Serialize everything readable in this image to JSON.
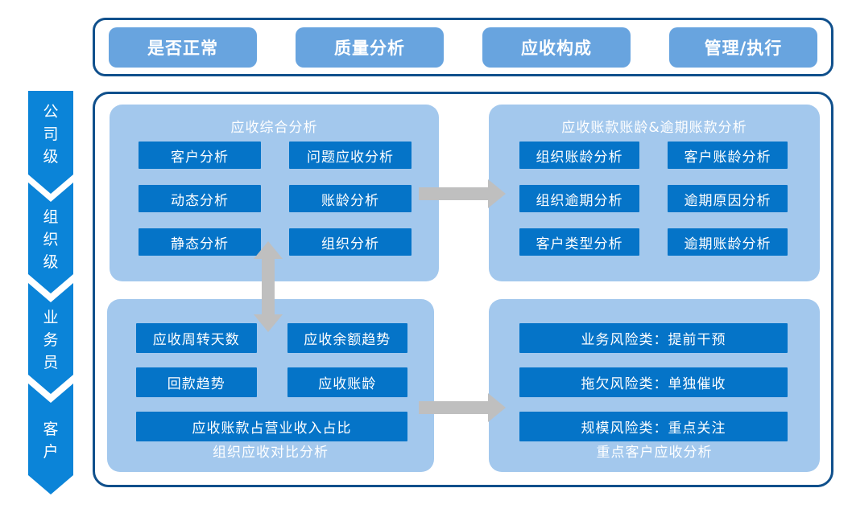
{
  "top_tabs": [
    "是否正常",
    "质量分析",
    "应收构成",
    "管理/执行"
  ],
  "levels": [
    "公司级",
    "组织级",
    "业务员",
    "客户"
  ],
  "panels": {
    "comprehensive": {
      "title": "应收综合分析",
      "buttons": [
        "客户分析",
        "问题应收分析",
        "动态分析",
        "账龄分析",
        "静态分析",
        "组织分析"
      ]
    },
    "aging_overdue": {
      "title": "应收账款账龄&逾期账款分析",
      "buttons": [
        "组织账龄分析",
        "客户账龄分析",
        "组织逾期分析",
        "逾期原因分析",
        "客户类型分析",
        "逾期账龄分析"
      ]
    },
    "org_compare": {
      "title": "组织应收对比分析",
      "buttons": [
        "应收周转天数",
        "应收余额趋势",
        "回款趋势",
        "应收账龄",
        "应收账款占营业收入占比"
      ]
    },
    "key_customers": {
      "title": "重点客户应收分析",
      "buttons": [
        "业务风险类：提前干预",
        "拖欠风险类：单独催收",
        "规模风险类：重点关注"
      ]
    }
  },
  "icons": {
    "flow_right": "right-arrow-icon",
    "flow_vertical": "up-down-arrow-icon",
    "level_shape": "chevron-down-banner"
  },
  "colors": {
    "border_navy": "#10508C",
    "tab_blue": "#68A4DF",
    "panel_light_blue": "#A3C8ED",
    "button_blue": "#0574C8",
    "chevron_blue": "#0B84D8",
    "arrow_gray": "#BFBFBF",
    "text_white": "#FFFFFF"
  }
}
